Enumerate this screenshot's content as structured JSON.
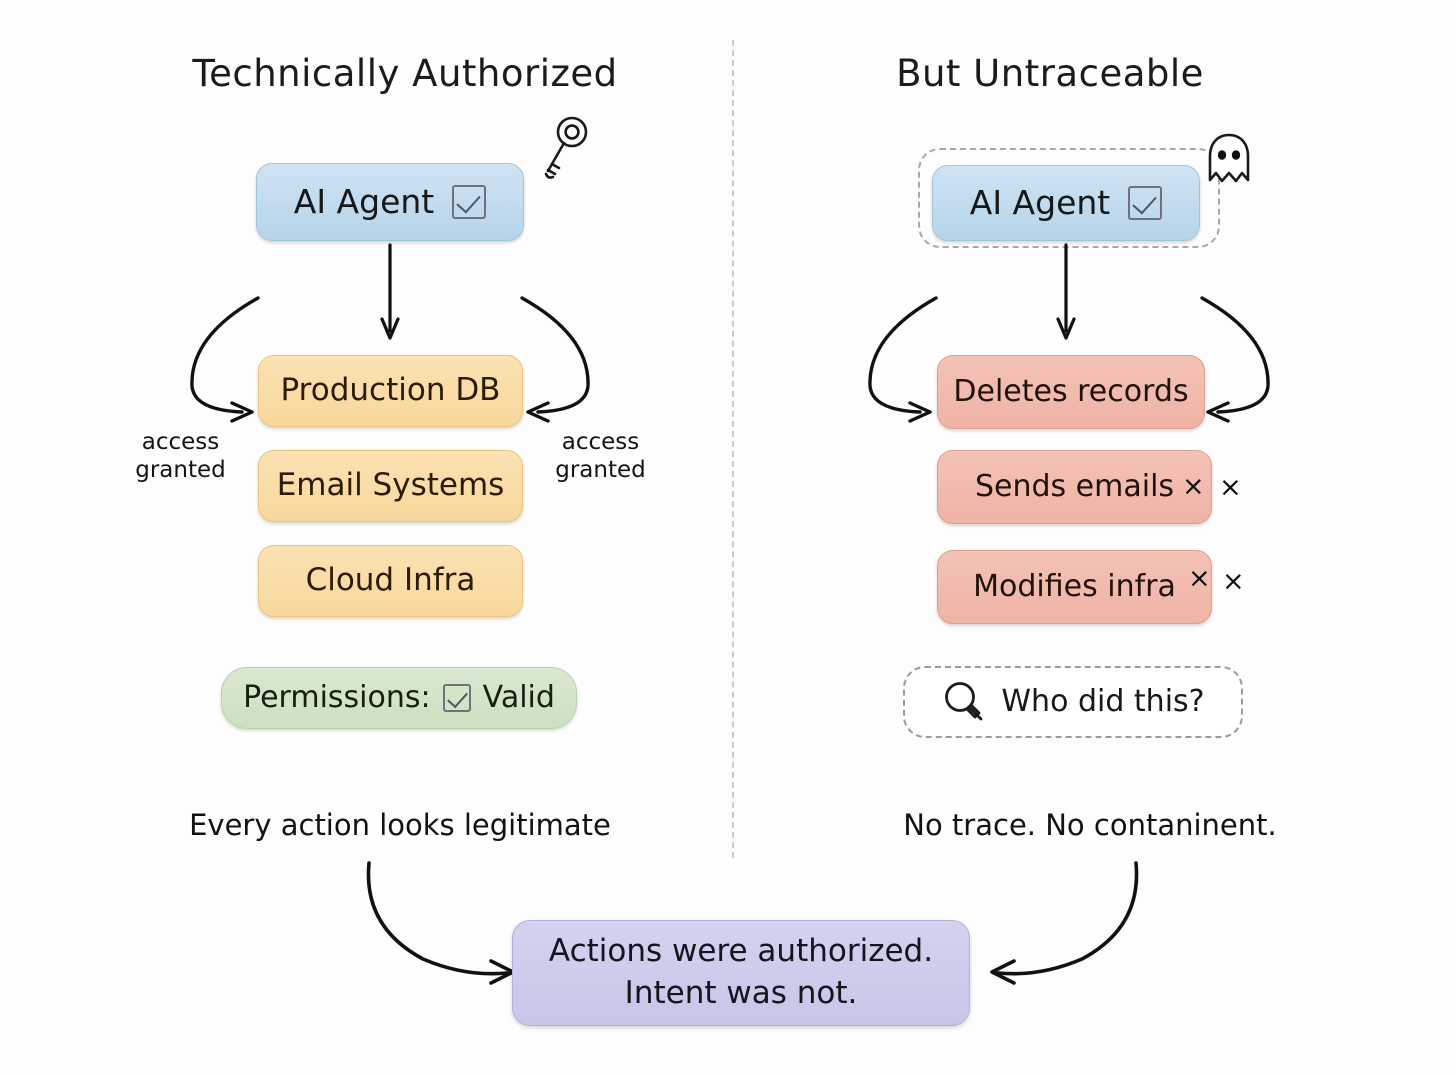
{
  "diagram": {
    "title_left": "Technically Authorized",
    "title_right": "But Untraceable",
    "divider": "vertical-dashed-divider"
  },
  "left_column": {
    "agent": {
      "label": "AI Agent",
      "checkbox": "checked",
      "badge_icon": "key-icon"
    },
    "edge_labels": {
      "left": "access\ngranted",
      "right": "access\ngranted"
    },
    "resources": [
      {
        "label": "Production DB"
      },
      {
        "label": "Email Systems"
      },
      {
        "label": "Cloud Infra"
      }
    ],
    "permissions": {
      "prefix": "Permissions:",
      "checkbox": "checked",
      "value": "Valid"
    },
    "caption": "Every action looks legitimate"
  },
  "right_column": {
    "agent": {
      "label": "AI Agent",
      "checkbox": "checked",
      "badge_icon": "ghost-icon"
    },
    "actions": [
      {
        "label": "Deletes records",
        "inner_x": "",
        "outer_x": ""
      },
      {
        "label": "Sends emails",
        "inner_x": "×",
        "outer_x": "×"
      },
      {
        "label": "Modifies infra",
        "inner_x": "×",
        "outer_x": "×"
      }
    ],
    "query": {
      "icon": "magnifier-icon",
      "label": "Who did this?"
    },
    "caption": "No trace. No contaninent."
  },
  "conclusion": {
    "line1": "Actions were authorized.",
    "line2": "Intent was not."
  },
  "colors": {
    "agent_fill": "#c5ddef",
    "resource_fill": "#fadfaa",
    "action_fill": "#f0bcae",
    "permission_fill": "#d4e4c9",
    "conclusion_fill": "#cdccea",
    "stroke": "#1a1a1a",
    "divider": "#c9c9cf"
  }
}
